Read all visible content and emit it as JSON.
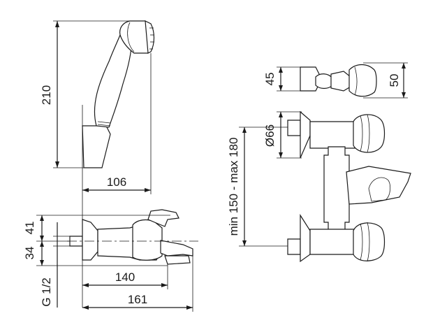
{
  "dimensions": {
    "hand_shower_height": "210",
    "hand_shower_offset": "106",
    "upper_height": "41",
    "lower_height": "34",
    "thread": "G 1/2",
    "spout_length": "140",
    "overall_length": "161",
    "holder_height": "45",
    "knob_height": "50",
    "escutcheon_diameter": "Ø66",
    "center_distance": "min 150 - max 180"
  },
  "colors": {
    "line": "#1a1a1a",
    "background": "#ffffff"
  }
}
